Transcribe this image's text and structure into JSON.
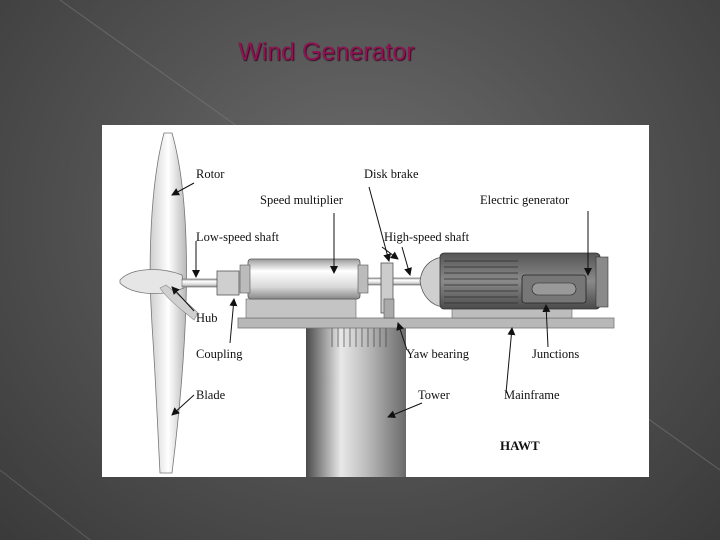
{
  "slide": {
    "title": "Wind Generator",
    "title_color": "#8c1552"
  },
  "diagram": {
    "labels": {
      "rotor": "Rotor",
      "disk_brake": "Disk brake",
      "speed_multiplier": "Speed multiplier",
      "electric_generator": "Electric generator",
      "low_speed_shaft": "Low-speed shaft",
      "high_speed_shaft": "High-speed shaft",
      "hub": "Hub",
      "coupling": "Coupling",
      "yaw_bearing": "Yaw bearing",
      "junctions": "Junctions",
      "blade": "Blade",
      "tower": "Tower",
      "mainframe": "Mainframe",
      "hawt": "HAWT"
    }
  }
}
